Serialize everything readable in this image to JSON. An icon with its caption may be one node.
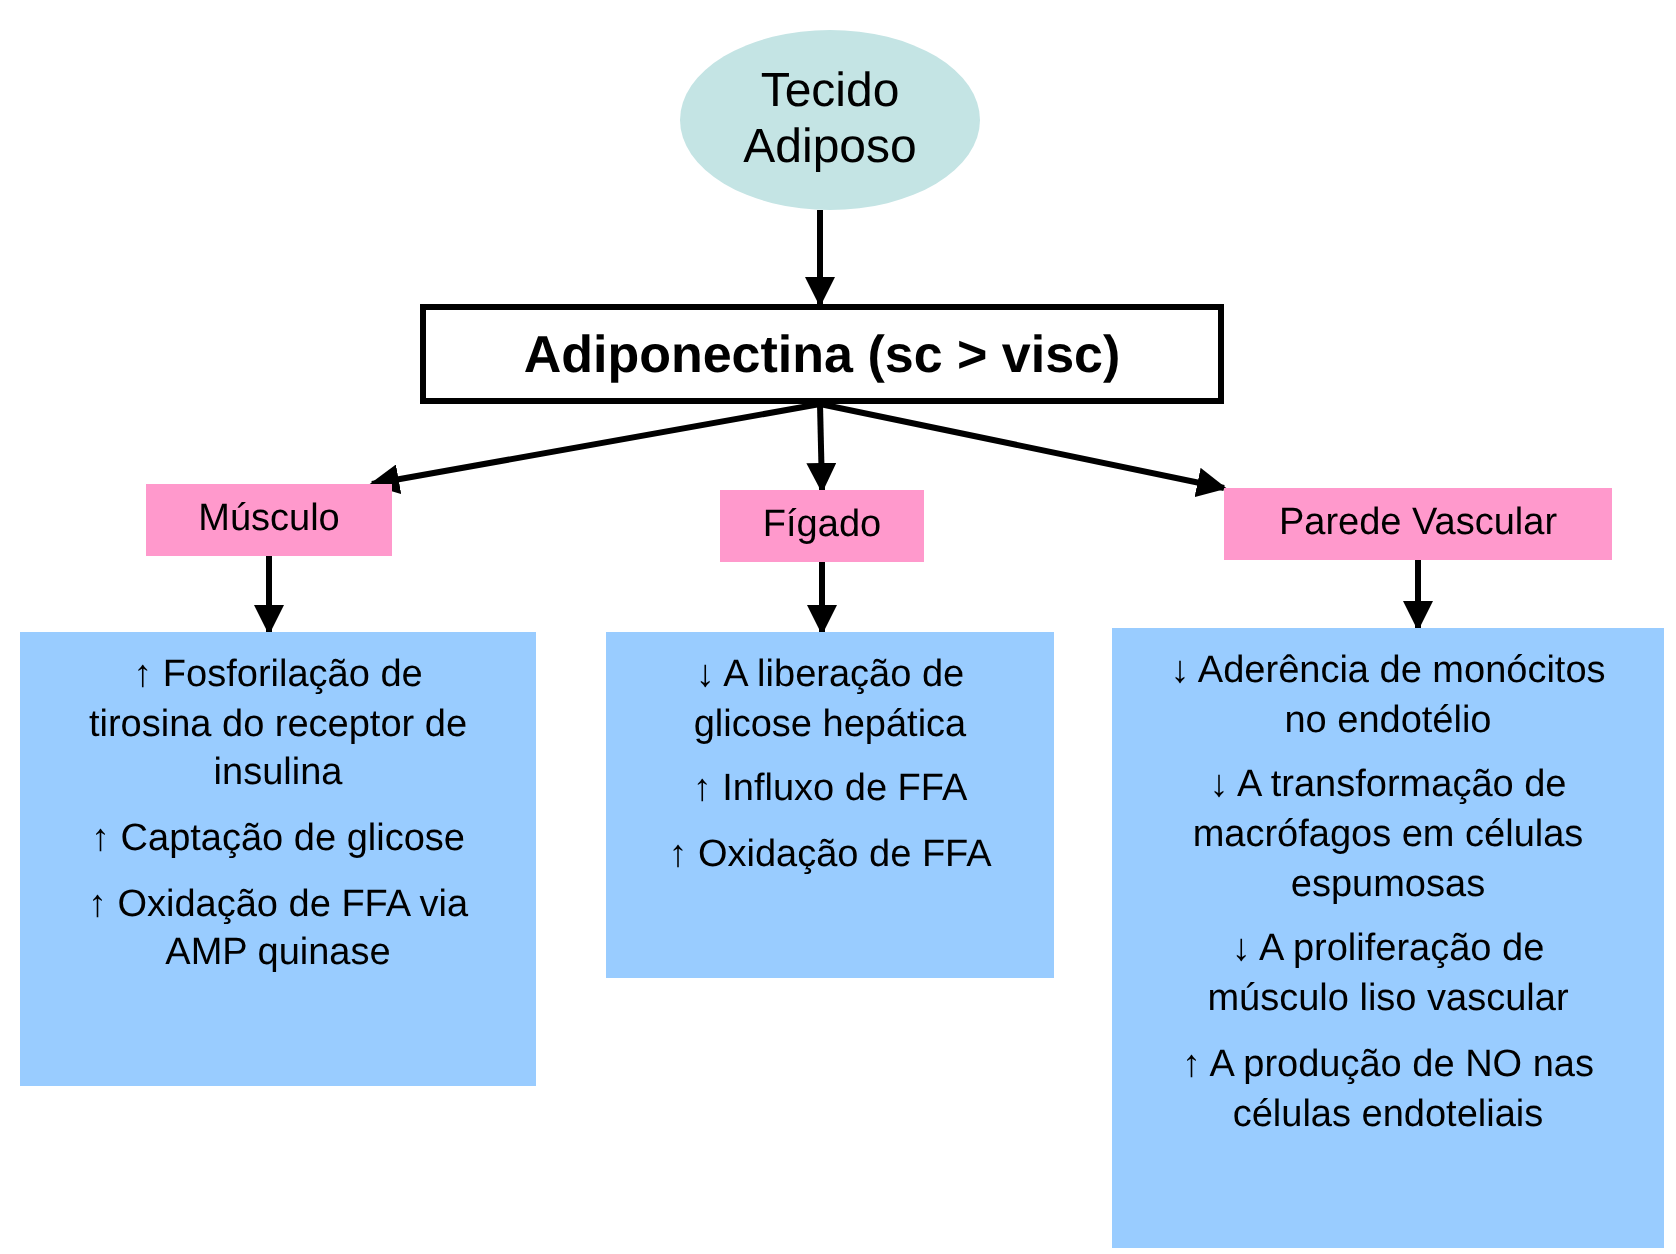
{
  "diagram": {
    "nodes": [
      {
        "text": [
          "Tecido Adiposo"
        ]
      },
      {
        "text": [
          "Adiponectina (sc > visc)"
        ]
      },
      {
        "text": [
          "Músculo"
        ]
      },
      {
        "text": [
          "Fígado"
        ]
      },
      {
        "text": [
          "Parede Vascular"
        ]
      },
      {
        "text": [
          "↑ Fosforilação de tirosina do receptor de insulina",
          "↑ Captação de glicose",
          "↑ Oxidação de FFA via AMP quinase"
        ]
      },
      {
        "text": [
          "↓ A liberação de glicose hepática",
          "↑ Influxo de FFA",
          "↑ Oxidação de FFA"
        ]
      },
      {
        "text": [
          "↓ Aderência de monócitos no endotélio",
          "↓ A transformação de macrófagos em células espumosas",
          "↓ A proliferação de músculo liso vascular",
          "↑ A produção de NO nas células endoteliais"
        ]
      }
    ],
    "edges": [
      {
        "from": 0,
        "to": 1,
        "arrow": "to"
      },
      {
        "from": 1,
        "to": 2,
        "arrow": "to"
      },
      {
        "from": 1,
        "to": 3,
        "arrow": "to"
      },
      {
        "from": 1,
        "to": 4,
        "arrow": "to"
      },
      {
        "from": 2,
        "to": 5,
        "arrow": "to"
      },
      {
        "from": 3,
        "to": 6,
        "arrow": "to"
      },
      {
        "from": 4,
        "to": 7,
        "arrow": "to"
      }
    ]
  }
}
